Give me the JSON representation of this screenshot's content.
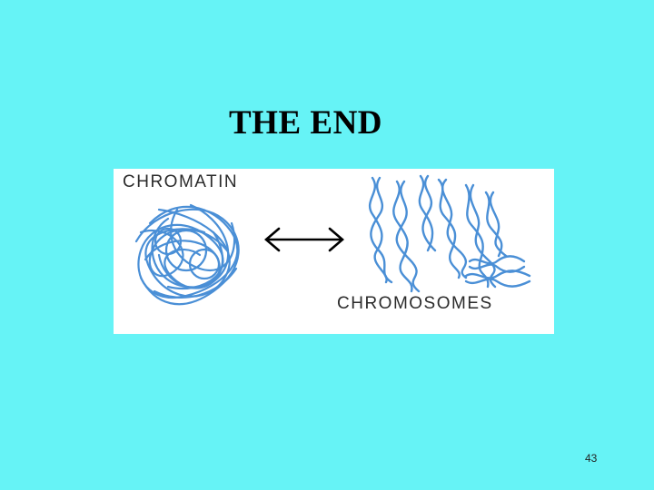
{
  "slide": {
    "title": "THE END",
    "page_number": "43",
    "background_color": "#66f3f6"
  },
  "figure": {
    "chromatin_label": "CHROMATIN",
    "chromosomes_label": "CHROMOSOMES",
    "arrow_icon": "double-arrow-icon",
    "strand_color": "#4a8fd6"
  }
}
